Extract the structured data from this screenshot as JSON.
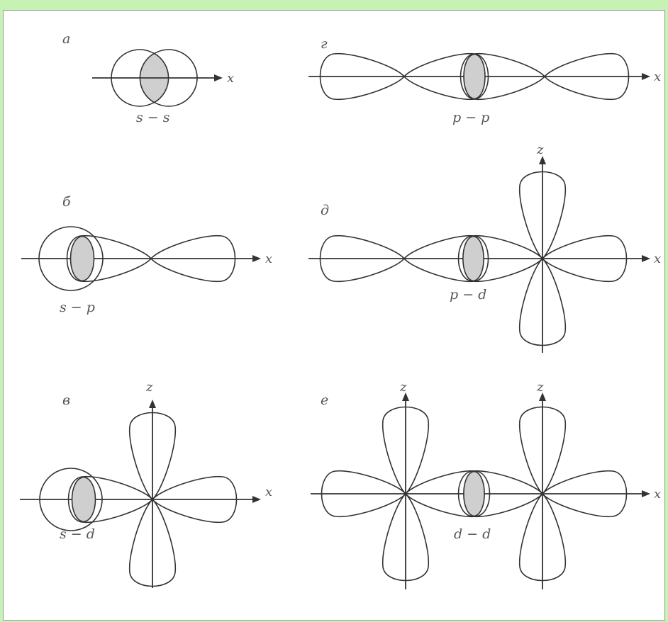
{
  "colors": {
    "background": "#c6f2b4",
    "line": "#333333",
    "overlap_fill": "#cfcfcf",
    "text": "#555555"
  },
  "panels": {
    "a": {
      "letter": "а",
      "label": "s − s",
      "x_axis": "x"
    },
    "b": {
      "letter": "б",
      "label": "s − p",
      "x_axis": "x"
    },
    "v": {
      "letter": "в",
      "label": "s − d",
      "x_axis": "x",
      "z_axis": "z"
    },
    "g": {
      "letter": "г",
      "label": "p − p",
      "x_axis": "x"
    },
    "d": {
      "letter": "д",
      "label": "p − d",
      "x_axis": "x",
      "z_axis": "z"
    },
    "e": {
      "letter": "е",
      "label": "d − d",
      "x_axis": "x",
      "z_axis": "z",
      "z_axis_2": "z"
    }
  }
}
